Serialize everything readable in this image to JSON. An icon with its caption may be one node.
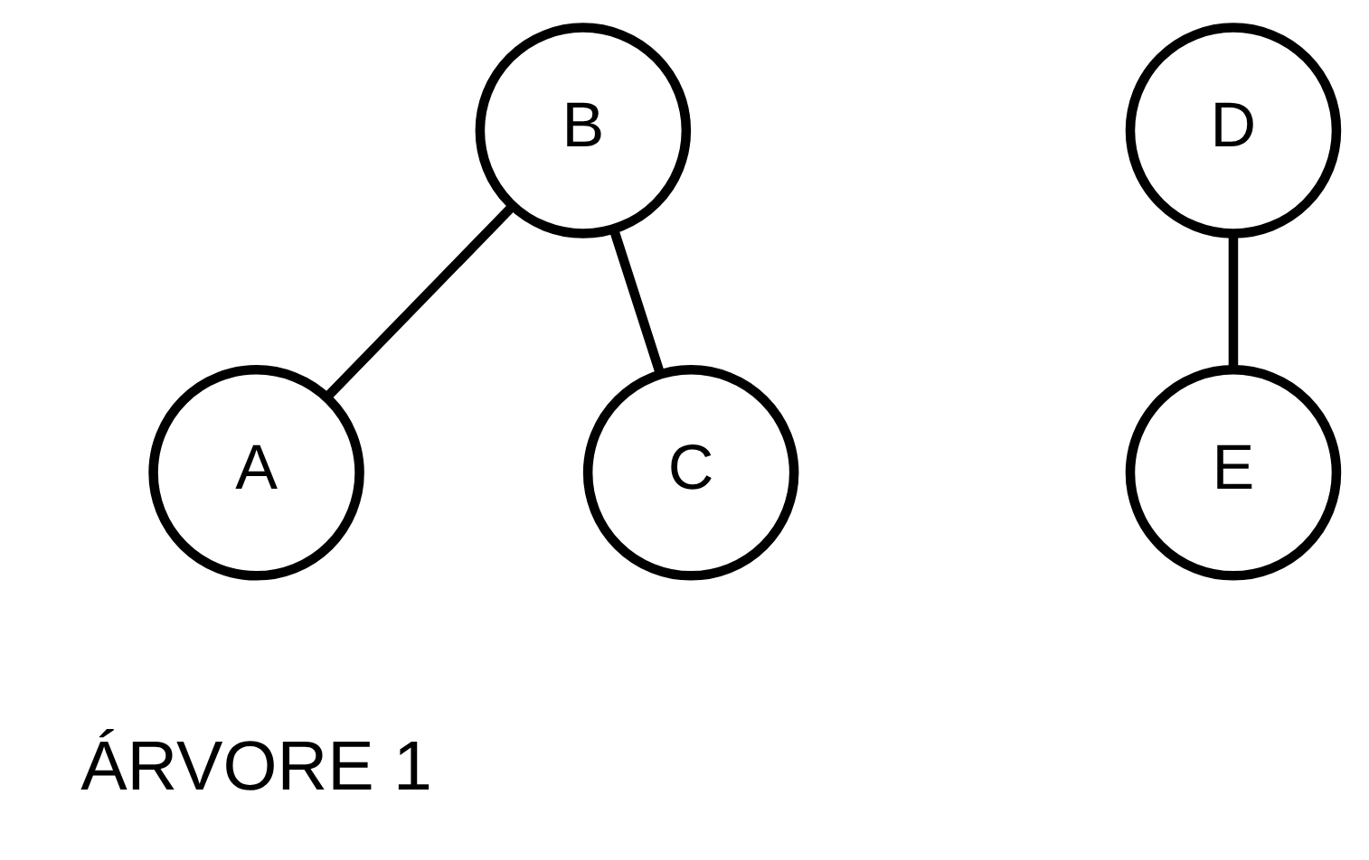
{
  "diagram": {
    "nodes": [
      {
        "text": [
          "B"
        ]
      },
      {
        "text": [
          "A"
        ]
      },
      {
        "text": [
          "C"
        ]
      },
      {
        "text": [
          "D"
        ]
      },
      {
        "text": [
          "E"
        ]
      }
    ],
    "edges": [
      {
        "from": 0,
        "to": 1,
        "arrow": "none"
      },
      {
        "from": 0,
        "to": 2,
        "arrow": "none"
      },
      {
        "from": 3,
        "to": 4,
        "arrow": "none"
      }
    ],
    "labels": [
      "ÁRVORE 1"
    ]
  }
}
